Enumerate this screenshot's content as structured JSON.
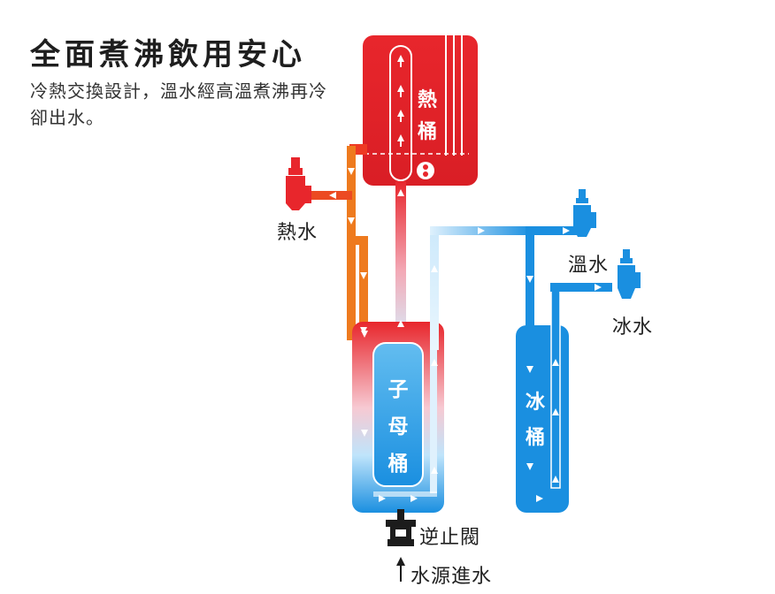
{
  "title": "全面煮沸飲用安心",
  "subtitle": "冷熱交換設計，溫水經高溫煮沸再冷卻出水。",
  "tanks": {
    "hot": [
      "熱",
      "桶"
    ],
    "mother_child": [
      "子",
      "母",
      "桶"
    ],
    "ice": [
      "冰",
      "桶"
    ]
  },
  "outlets": {
    "hot_water": "熱水",
    "warm_water": "溫水",
    "ice_water": "冰水"
  },
  "check_valve": "逆止閥",
  "water_source": "水源進水",
  "colors": {
    "hot": "#e8262c",
    "orange": "#ee7a1e",
    "cold": "#1a8fe0",
    "light_blue": "#8fd0f4",
    "valve": "#1c1c1c"
  }
}
